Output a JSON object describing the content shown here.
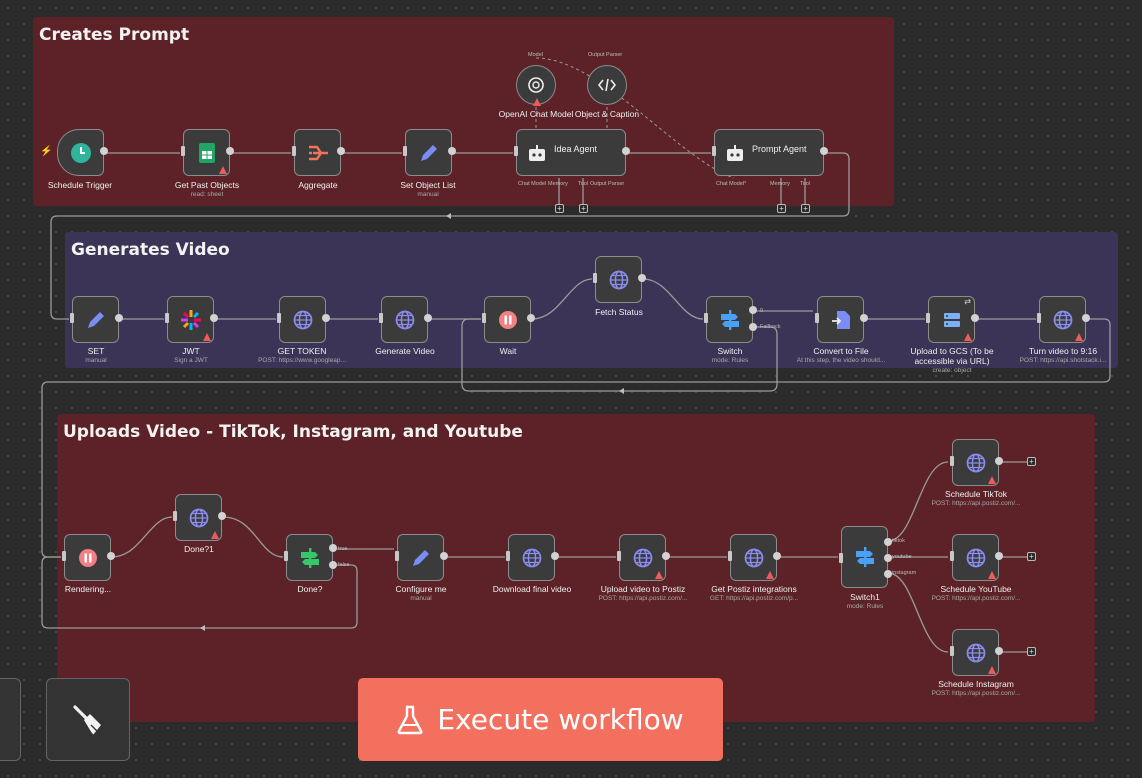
{
  "groups": [
    {
      "title": "Creates Prompt",
      "color": "#5c2227"
    },
    {
      "title": "Generates Video",
      "color": "#3b3456"
    },
    {
      "title": "Uploads Video - TikTok, Instagram, and Youtube",
      "color": "#5c2227"
    }
  ],
  "nodes": {
    "schedule_trigger": {
      "label": "Schedule Trigger",
      "sub": ""
    },
    "get_past_objects": {
      "label": "Get Past Objects",
      "sub": "read: sheet"
    },
    "aggregate": {
      "label": "Aggregate",
      "sub": ""
    },
    "set_object_list": {
      "label": "Set Object List",
      "sub": "manual"
    },
    "openai_chat_model": {
      "label": "OpenAI Chat Model",
      "sub": ""
    },
    "object_caption": {
      "label": "Object & Caption",
      "sub": ""
    },
    "idea_agent": {
      "label": "Idea Agent",
      "sub": ""
    },
    "prompt_agent": {
      "label": "Prompt Agent",
      "sub": ""
    },
    "set": {
      "label": "SET",
      "sub": "manual"
    },
    "jwt": {
      "label": "JWT",
      "sub": "Sign a JWT"
    },
    "get_token": {
      "label": "GET TOKEN",
      "sub": "POST: https://www.googleap..."
    },
    "generate_video": {
      "label": "Generate Video",
      "sub": ""
    },
    "wait": {
      "label": "Wait",
      "sub": ""
    },
    "fetch_status": {
      "label": "Fetch Status",
      "sub": ""
    },
    "switch": {
      "label": "Switch",
      "sub": "mode: Rules"
    },
    "convert_to_file": {
      "label": "Convert to File",
      "sub": "At this step, the video should..."
    },
    "upload_gcs": {
      "label": "Upload to GCS (To be accessible via URL)",
      "sub": "create: object"
    },
    "turn_video": {
      "label": "Turn video to 9:16",
      "sub": "POST: https://api.shotstack.i..."
    },
    "rendering": {
      "label": "Rendering...",
      "sub": ""
    },
    "done1": {
      "label": "Done?1",
      "sub": ""
    },
    "done": {
      "label": "Done?",
      "sub": ""
    },
    "configure_me": {
      "label": "Configure me",
      "sub": "manual"
    },
    "download_final": {
      "label": "Download final video",
      "sub": ""
    },
    "upload_postiz": {
      "label": "Upload video to Postiz",
      "sub": "POST: https://api.postiz.com/..."
    },
    "get_integrations": {
      "label": "Get Postiz integrations",
      "sub": "GET: https://api.postiz.com/p..."
    },
    "switch1": {
      "label": "Switch1",
      "sub": "mode: Rules"
    },
    "sched_tiktok": {
      "label": "Schedule TikTok",
      "sub": "POST: https://api.postiz.com/..."
    },
    "sched_youtube": {
      "label": "Schedule YouTube",
      "sub": "POST: https://api.postiz.com/..."
    },
    "sched_instagram": {
      "label": "Schedule Instagram",
      "sub": "POST: https://api.postiz.com/..."
    }
  },
  "ports": {
    "model": "Model",
    "output_parser": "Output Parser",
    "idea_chat_model": "Chat Model",
    "idea_memory": "Memory",
    "idea_tool": "Tool",
    "idea_output_parser": "Output Parser",
    "prompt_chat_model": "Chat Model*",
    "prompt_memory": "Memory",
    "prompt_tool": "Tool",
    "switch_0": "0",
    "switch_fallback": "Fallback",
    "done_true": "true",
    "done_false": "false",
    "switch1_tiktok": "tiktok",
    "switch1_youtube": "youtube",
    "switch1_instagram": "instagram"
  },
  "actions": {
    "execute_label": "Execute workflow"
  },
  "icons": {
    "flask": "flask-icon",
    "broom": "broom-icon"
  }
}
